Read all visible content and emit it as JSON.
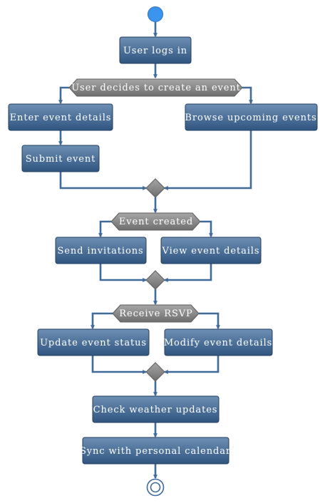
{
  "colors": {
    "action_top": "#6e8fb4",
    "action_bottom": "#2f5580",
    "action_border": "#243f61",
    "decision_top": "#a6a6a6",
    "decision_bottom": "#6e6e6e",
    "edge": "#3f6a99",
    "start": "#3b95ee"
  },
  "nodes": {
    "login": "User logs in",
    "decide_create": "User decides to create an event",
    "enter_details": "Enter event details",
    "browse_events": "Browse upcoming events",
    "submit_event": "Submit event",
    "event_created": "Event created",
    "send_invitations": "Send invitations",
    "view_details": "View event details",
    "receive_rsvp": "Receive RSVP",
    "update_status": "Update event status",
    "modify_details": "Modify event details",
    "check_weather": "Check weather updates",
    "sync_calendar": "Sync with personal calendar"
  }
}
